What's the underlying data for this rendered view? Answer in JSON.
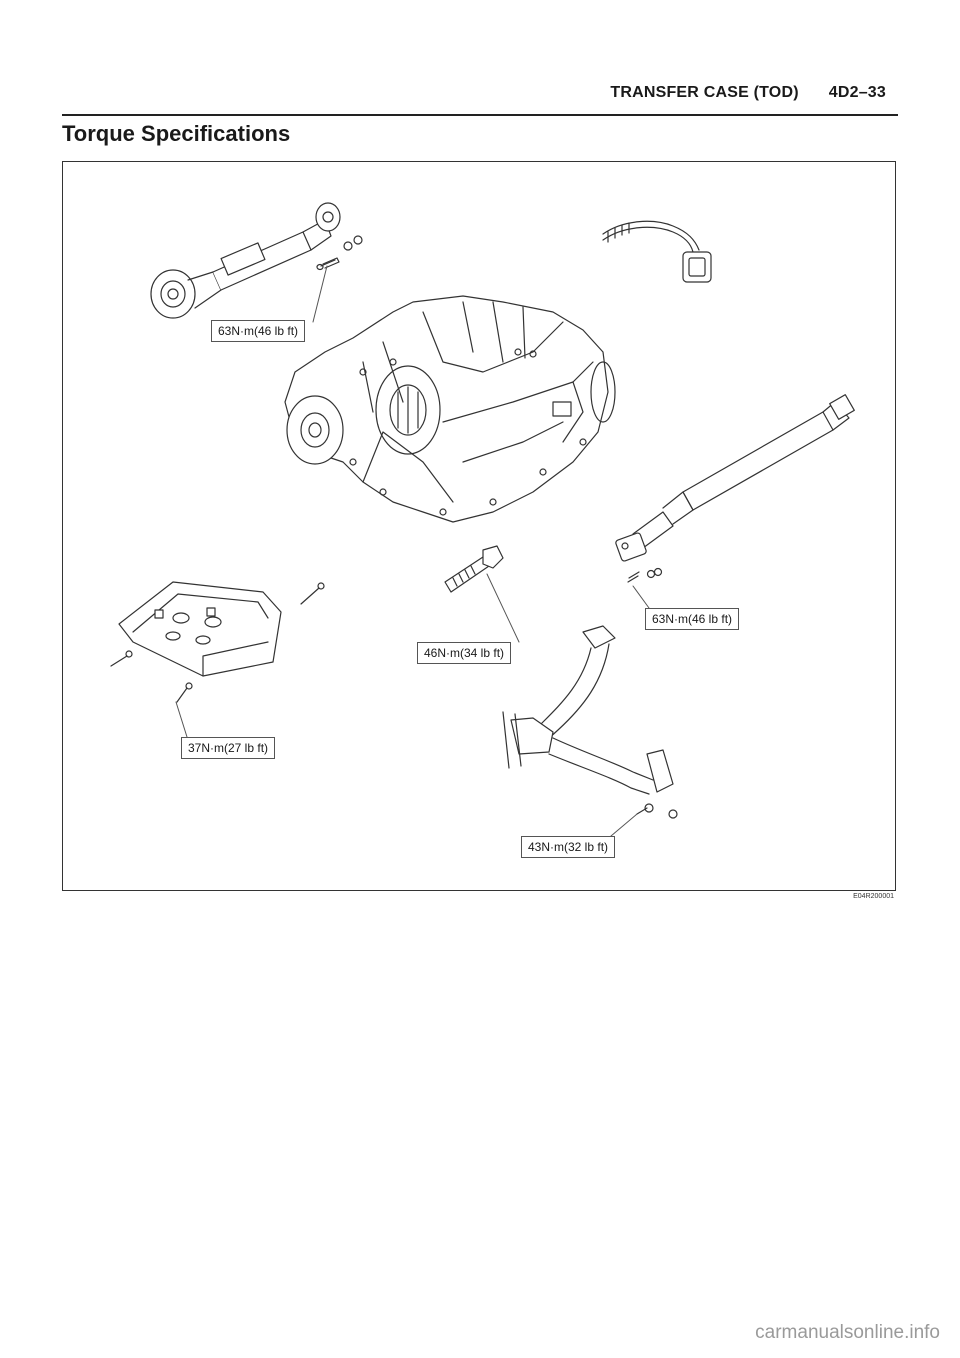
{
  "header": {
    "section": "TRANSFER CASE (TOD)",
    "page": "4D2–33"
  },
  "title": "Torque Specifications",
  "figure": {
    "code": "E04R200001",
    "callouts": [
      "63N·m(46 lb ft)",
      "63N·m(46 lb ft)",
      "46N·m(34 lb ft)",
      "37N·m(27 lb ft)",
      "43N·m(32 lb ft)"
    ]
  },
  "footer": {
    "watermark": "carmanualsonline.info"
  }
}
